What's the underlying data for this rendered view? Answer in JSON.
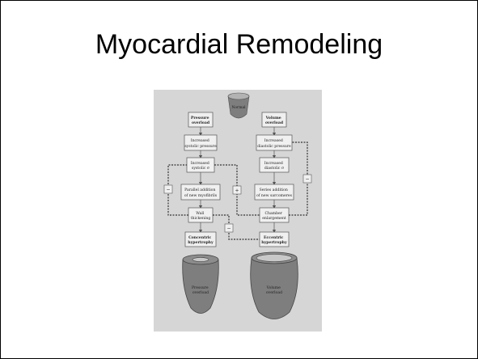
{
  "slide": {
    "title": "Myocardial Remodeling"
  },
  "diagram": {
    "normal_label": "Normal",
    "left_column": {
      "start": [
        "Pressure",
        "overload"
      ],
      "step1": [
        "Increased",
        "systolic pressure"
      ],
      "step2": [
        "Increased",
        "systolic σ"
      ],
      "step3": [
        "Parallel addition",
        "of new myofibrils"
      ],
      "step4": [
        "Wall",
        "thickening"
      ],
      "end": [
        "Concentric",
        "hypertrophy"
      ],
      "heart_label": [
        "Pressure",
        "overload"
      ]
    },
    "right_column": {
      "start": [
        "Volume",
        "overload"
      ],
      "step1": [
        "Increased",
        "diastolic pressure"
      ],
      "step2": [
        "Increased",
        "diastolic σ"
      ],
      "step3": [
        "Series addition",
        "of new sarcomeres"
      ],
      "step4": [
        "Chamber",
        "enlargement"
      ],
      "end": [
        "Eccentric",
        "hypertrophy"
      ],
      "heart_label": [
        "Volume",
        "overload"
      ]
    },
    "feedback_signs": {
      "left": "−",
      "center": "+",
      "right": "−",
      "bottom": "−"
    },
    "colors": {
      "panel": "#d6d6d6",
      "box": "#f0f0f0",
      "heart": "#7e7e7e",
      "heart_inner": "#b2b2b2"
    }
  }
}
